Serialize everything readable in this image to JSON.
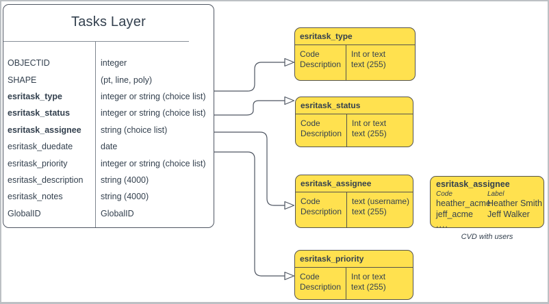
{
  "tasks_layer": {
    "title": "Tasks Layer",
    "fields": [
      {
        "name": "OBJECTID",
        "type": "integer"
      },
      {
        "name": "SHAPE",
        "type": "(pt, line, poly)"
      },
      {
        "name": "esritask_type",
        "type": "integer or string (choice list)"
      },
      {
        "name": "esritask_status",
        "type": "integer or string (choice list)"
      },
      {
        "name": "esritask_assignee",
        "type": "string (choice list)"
      },
      {
        "name": "esritask_duedate",
        "type": "date"
      },
      {
        "name": "esritask_priority",
        "type": "integer or string (choice list)"
      },
      {
        "name": "esritask_description",
        "type": "string (4000)"
      },
      {
        "name": "esritask_notes",
        "type": "string (4000)"
      },
      {
        "name": "GlobalID",
        "type": "GlobalID"
      }
    ]
  },
  "domains": [
    {
      "title": "esritask_type",
      "left": [
        "Code",
        "Description"
      ],
      "right": [
        "Int or text",
        "text (255)"
      ]
    },
    {
      "title": "esritask_status",
      "left": [
        "Code",
        "Description"
      ],
      "right": [
        "Int or text",
        "text (255)"
      ]
    },
    {
      "title": "esritask_assignee",
      "left": [
        "Code",
        "Description"
      ],
      "right": [
        "text (username)",
        "text (255)"
      ]
    },
    {
      "title": "esritask_priority",
      "left": [
        "Code",
        "Description"
      ],
      "right": [
        "Int or text",
        "text (255)"
      ]
    }
  ],
  "cvd_box": {
    "title": "esritask_assignee",
    "col_headers": [
      "Code",
      "Label"
    ],
    "rows": [
      [
        "heather_acme",
        "Heather Smith"
      ],
      [
        "jeff_acme",
        "Jeff Walker"
      ]
    ],
    "more": "....",
    "caption": "CVD with users"
  },
  "colors": {
    "domain_fill": "#FFE14F",
    "domain_border": "#54524C",
    "entity_border": "#4E5561",
    "connector": "#4E5561",
    "text": "#33404E",
    "frame": "#BCC0C4"
  }
}
